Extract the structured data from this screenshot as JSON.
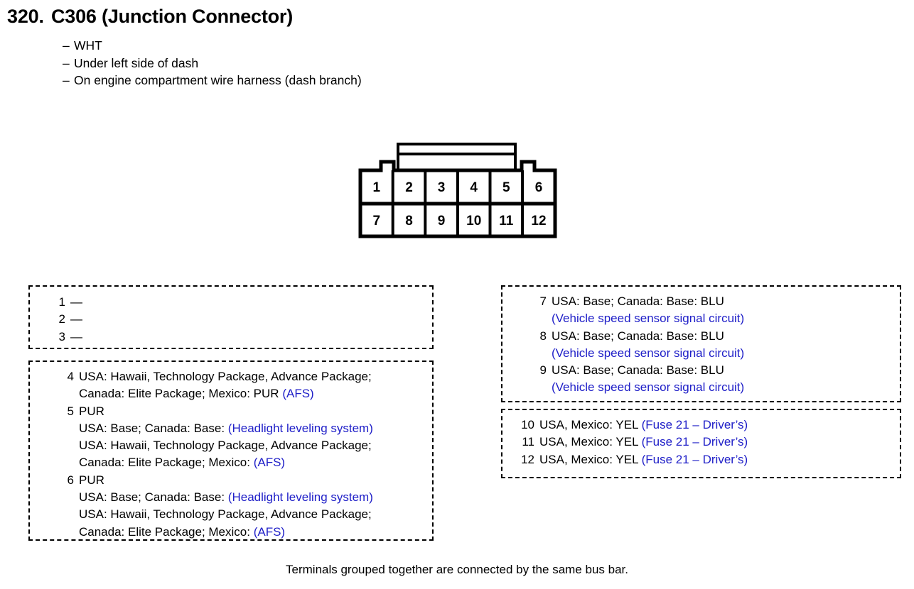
{
  "header": {
    "number": "320.",
    "title": "C306 (Junction Connector)",
    "bullets": [
      "WHT",
      "Under left side of dash",
      "On engine compartment wire harness (dash branch)"
    ],
    "bullet_marker": "–"
  },
  "connector": {
    "name": "12-pin connector face view",
    "rows": [
      [
        "1",
        "2",
        "3",
        "4",
        "5",
        "6"
      ],
      [
        "7",
        "8",
        "9",
        "10",
        "11",
        "12"
      ]
    ],
    "notch_columns": [
      1,
      6
    ],
    "tab_span_columns": [
      2,
      5
    ]
  },
  "colors": {
    "circuit_blue": "#2020C8",
    "outline_black": "#000000",
    "background": "#FFFFFF"
  },
  "groups": [
    {
      "id": "box-1-3",
      "name": "terminals-1-3",
      "terminals": [
        {
          "number": "1",
          "lines": [
            {
              "text": "—",
              "color": "black"
            }
          ]
        },
        {
          "number": "2",
          "lines": [
            {
              "text": "—",
              "color": "black"
            }
          ]
        },
        {
          "number": "3",
          "lines": [
            {
              "text": "—",
              "color": "black"
            }
          ]
        }
      ]
    },
    {
      "id": "box-4-6",
      "name": "terminals-4-6",
      "terminals": [
        {
          "number": "4",
          "lines": [
            {
              "text": "USA: Hawaii, Technology Package, Advance Package;",
              "color": "black"
            },
            {
              "text": "Canada: Elite Package; Mexico: PUR ",
              "color": "black",
              "circuit": "(AFS)"
            }
          ]
        },
        {
          "number": "5",
          "lines": [
            {
              "text": "PUR",
              "color": "black"
            },
            {
              "text": "USA: Base; Canada: Base: ",
              "color": "black",
              "circuit": "(Headlight leveling system)"
            },
            {
              "text": "USA: Hawaii, Technology Package, Advance Package;",
              "color": "black"
            },
            {
              "text": "Canada: Elite Package; Mexico: ",
              "color": "black",
              "circuit": "(AFS)"
            }
          ]
        },
        {
          "number": "6",
          "lines": [
            {
              "text": "PUR",
              "color": "black"
            },
            {
              "text": "USA: Base; Canada: Base: ",
              "color": "black",
              "circuit": "(Headlight leveling system)"
            },
            {
              "text": "USA: Hawaii, Technology Package, Advance Package;",
              "color": "black"
            },
            {
              "text": "Canada: Elite Package; Mexico: ",
              "color": "black",
              "circuit": "(AFS)"
            }
          ]
        }
      ]
    },
    {
      "id": "box-7-9",
      "name": "terminals-7-9",
      "terminals": [
        {
          "number": "7",
          "lines": [
            {
              "text": "USA: Base; Canada: Base: BLU",
              "color": "black"
            },
            {
              "text": "",
              "color": "black",
              "circuit": "(Vehicle speed sensor signal circuit)"
            }
          ]
        },
        {
          "number": "8",
          "lines": [
            {
              "text": "USA: Base; Canada: Base: BLU",
              "color": "black"
            },
            {
              "text": "",
              "color": "black",
              "circuit": "(Vehicle speed sensor signal circuit)"
            }
          ]
        },
        {
          "number": "9",
          "lines": [
            {
              "text": "USA: Base; Canada: Base: BLU",
              "color": "black"
            },
            {
              "text": "",
              "color": "black",
              "circuit": "(Vehicle speed sensor signal circuit)"
            }
          ]
        }
      ]
    },
    {
      "id": "box-10-12",
      "name": "terminals-10-12",
      "terminals": [
        {
          "number": "10",
          "lines": [
            {
              "text": "USA, Mexico: YEL ",
              "color": "black",
              "circuit": "(Fuse 21 – Driver’s)"
            }
          ]
        },
        {
          "number": "11",
          "lines": [
            {
              "text": "USA, Mexico: YEL ",
              "color": "black",
              "circuit": "(Fuse 21 – Driver’s)"
            }
          ]
        },
        {
          "number": "12",
          "lines": [
            {
              "text": "USA, Mexico: YEL ",
              "color": "black",
              "circuit": "(Fuse 21 – Driver’s)"
            }
          ]
        }
      ]
    }
  ],
  "footer": {
    "note": "Terminals grouped together are connected by the same bus bar."
  }
}
